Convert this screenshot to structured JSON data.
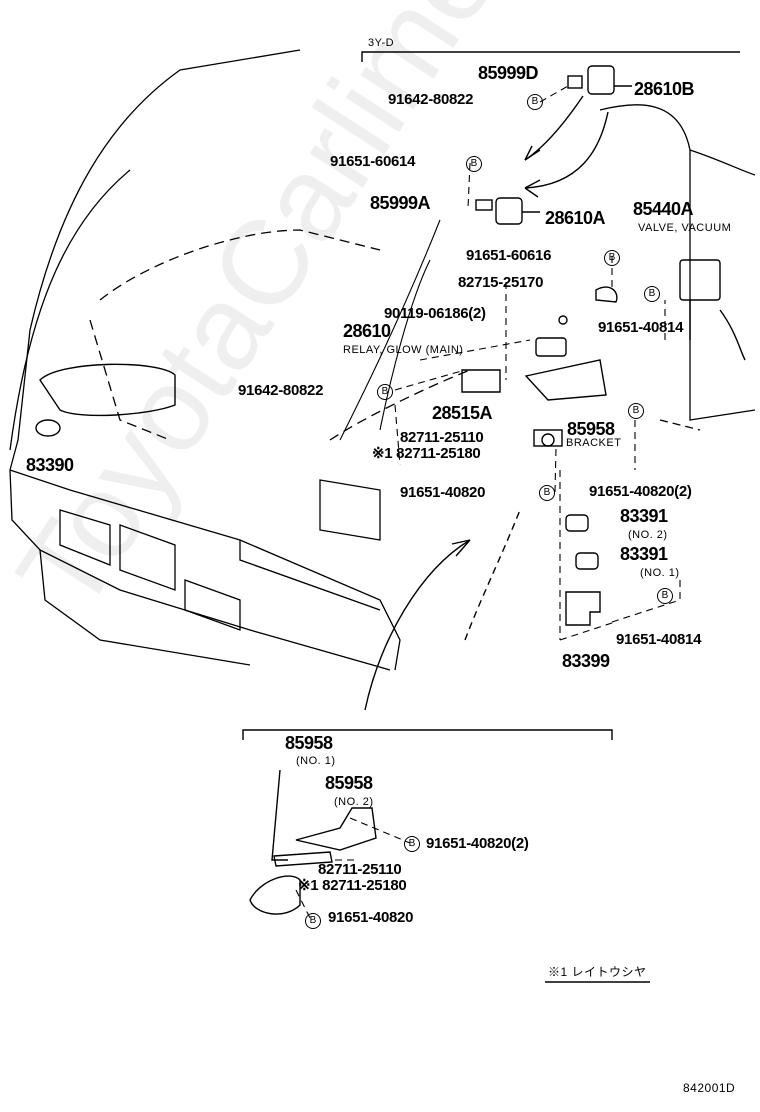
{
  "engine_label": "3Y-D",
  "watermark": "ToyotaCarlime.ru",
  "figure_id": "842001D",
  "footnote": "※1 レイトウシヤ",
  "bolt_symbol": "B",
  "labels": {
    "p85999D": "85999D",
    "p91642_80822_top": "91642-80822",
    "p28610B": "28610B",
    "p91651_60614": "91651-60614",
    "p85999A": "85999A",
    "p28610A": "28610A",
    "p85440A": "85440A",
    "valve_vacuum": "VALVE, VACUUM",
    "p91651_60616": "91651-60616",
    "p82715_25170": "82715-25170",
    "p90119_06186": "90119-06186(2)",
    "p91651_40814_a": "91651-40814",
    "p28610": "28610",
    "relay_glow": "RELAY, GLOW (MAIN)",
    "p91642_80822_mid": "91642-80822",
    "p28515A": "28515A",
    "p85958_main": "85958",
    "bracket": "BRACKET",
    "p82711_25110_main": "82711-25110",
    "p82711_25180_main": "※1 82711-25180",
    "p83390": "83390",
    "p91651_40820_main": "91651-40820",
    "p91651_40820_2_main": "91651-40820(2)",
    "p83391_a": "83391",
    "no2_a": "(NO. 2)",
    "p83391_b": "83391",
    "no1_a": "(NO. 1)",
    "p91651_40814_b": "91651-40814",
    "p83399": "83399",
    "p85958_no1": "85958",
    "no1_b": "(NO. 1)",
    "p85958_no2": "85958",
    "no2_b": "(NO. 2)",
    "p91651_40820_2_inset": "91651-40820(2)",
    "p82711_25110_inset": "82711-25110",
    "p82711_25180_inset": "※1 82711-25180",
    "p91651_40820_inset": "91651-40820"
  }
}
